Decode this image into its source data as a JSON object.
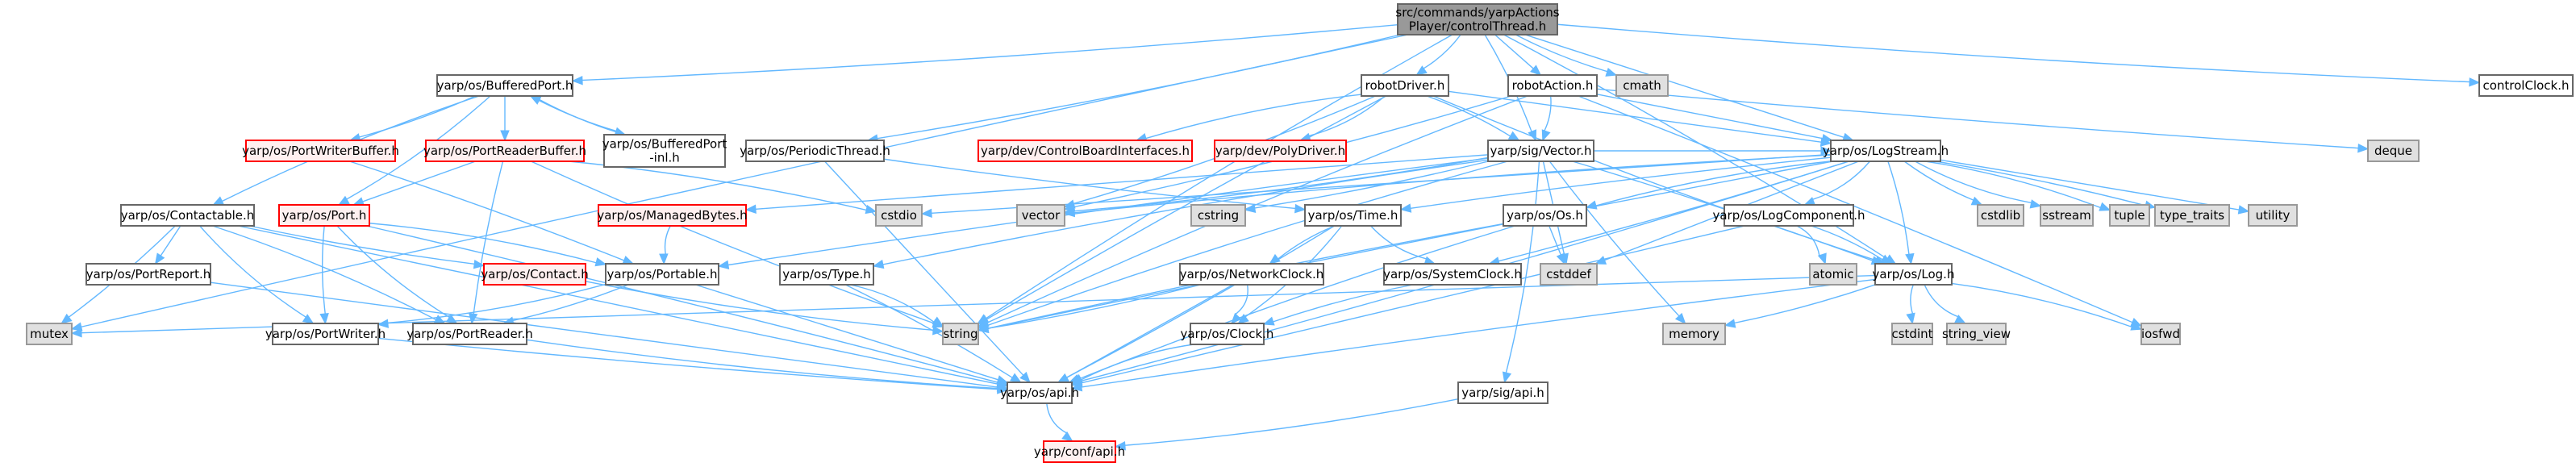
{
  "title": "src/commands/yarpActionsPlayer/controlThread.h include dependency graph",
  "colors": {
    "edge": "#63b8ff",
    "root_fill": "#999999",
    "normal_fill": "#ffffff",
    "system_fill": "#e0e0e0",
    "red_fill": "#fff0f0",
    "red_border": "#ff0000"
  },
  "nodes": [
    {
      "id": "root",
      "label": [
        "src/commands/yarpActions",
        "Player/controlThread.h"
      ],
      "kind": "root"
    },
    {
      "id": "bufferedport",
      "label": [
        "yarp/os/BufferedPort.h"
      ],
      "kind": "normal"
    },
    {
      "id": "robotdriver",
      "label": [
        "robotDriver.h"
      ],
      "kind": "normal"
    },
    {
      "id": "robotaction",
      "label": [
        "robotAction.h"
      ],
      "kind": "normal"
    },
    {
      "id": "cmath",
      "label": [
        "cmath"
      ],
      "kind": "system"
    },
    {
      "id": "controlclock",
      "label": [
        "controlClock.h"
      ],
      "kind": "normal"
    },
    {
      "id": "portwriterbuffer",
      "label": [
        "yarp/os/PortWriterBuffer.h"
      ],
      "kind": "red"
    },
    {
      "id": "portreaderbuffer",
      "label": [
        "yarp/os/PortReaderBuffer.h"
      ],
      "kind": "red"
    },
    {
      "id": "bufferedportinl",
      "label": [
        "yarp/os/BufferedPort",
        "-inl.h"
      ],
      "kind": "normal"
    },
    {
      "id": "periodicthread",
      "label": [
        "yarp/os/PeriodicThread.h"
      ],
      "kind": "normal"
    },
    {
      "id": "controlboardinterfaces",
      "label": [
        "yarp/dev/ControlBoardInterfaces.h"
      ],
      "kind": "red"
    },
    {
      "id": "polydriver",
      "label": [
        "yarp/dev/PolyDriver.h"
      ],
      "kind": "red"
    },
    {
      "id": "vector_h",
      "label": [
        "yarp/sig/Vector.h"
      ],
      "kind": "normal"
    },
    {
      "id": "logstream",
      "label": [
        "yarp/os/LogStream.h"
      ],
      "kind": "normal"
    },
    {
      "id": "deque",
      "label": [
        "deque"
      ],
      "kind": "system"
    },
    {
      "id": "contactable",
      "label": [
        "yarp/os/Contactable.h"
      ],
      "kind": "normal"
    },
    {
      "id": "port",
      "label": [
        "yarp/os/Port.h"
      ],
      "kind": "red"
    },
    {
      "id": "managedbytes",
      "label": [
        "yarp/os/ManagedBytes.h"
      ],
      "kind": "red"
    },
    {
      "id": "cstdio",
      "label": [
        "cstdio"
      ],
      "kind": "system"
    },
    {
      "id": "vector",
      "label": [
        "vector"
      ],
      "kind": "system"
    },
    {
      "id": "cstring",
      "label": [
        "cstring"
      ],
      "kind": "system"
    },
    {
      "id": "time",
      "label": [
        "yarp/os/Time.h"
      ],
      "kind": "normal"
    },
    {
      "id": "os",
      "label": [
        "yarp/os/Os.h"
      ],
      "kind": "normal"
    },
    {
      "id": "logcomponent",
      "label": [
        "yarp/os/LogComponent.h"
      ],
      "kind": "normal"
    },
    {
      "id": "cstdlib",
      "label": [
        "cstdlib"
      ],
      "kind": "system"
    },
    {
      "id": "sstream",
      "label": [
        "sstream"
      ],
      "kind": "system"
    },
    {
      "id": "tuple",
      "label": [
        "tuple"
      ],
      "kind": "system"
    },
    {
      "id": "type_traits",
      "label": [
        "type_traits"
      ],
      "kind": "system"
    },
    {
      "id": "utility",
      "label": [
        "utility"
      ],
      "kind": "system"
    },
    {
      "id": "portreport",
      "label": [
        "yarp/os/PortReport.h"
      ],
      "kind": "normal"
    },
    {
      "id": "contact",
      "label": [
        "yarp/os/Contact.h"
      ],
      "kind": "red"
    },
    {
      "id": "portable",
      "label": [
        "yarp/os/Portable.h"
      ],
      "kind": "normal"
    },
    {
      "id": "type",
      "label": [
        "yarp/os/Type.h"
      ],
      "kind": "normal"
    },
    {
      "id": "networkclock",
      "label": [
        "yarp/os/NetworkClock.h"
      ],
      "kind": "normal"
    },
    {
      "id": "systemclock",
      "label": [
        "yarp/os/SystemClock.h"
      ],
      "kind": "normal"
    },
    {
      "id": "cstddef",
      "label": [
        "cstddef"
      ],
      "kind": "system"
    },
    {
      "id": "atomic",
      "label": [
        "atomic"
      ],
      "kind": "system"
    },
    {
      "id": "log",
      "label": [
        "yarp/os/Log.h"
      ],
      "kind": "normal"
    },
    {
      "id": "mutex",
      "label": [
        "mutex"
      ],
      "kind": "system"
    },
    {
      "id": "portwriter",
      "label": [
        "yarp/os/PortWriter.h"
      ],
      "kind": "normal"
    },
    {
      "id": "portreader",
      "label": [
        "yarp/os/PortReader.h"
      ],
      "kind": "normal"
    },
    {
      "id": "string",
      "label": [
        "string"
      ],
      "kind": "system"
    },
    {
      "id": "clock",
      "label": [
        "yarp/os/Clock.h"
      ],
      "kind": "normal"
    },
    {
      "id": "memory",
      "label": [
        "memory"
      ],
      "kind": "system"
    },
    {
      "id": "cstdint",
      "label": [
        "cstdint"
      ],
      "kind": "system"
    },
    {
      "id": "string_view",
      "label": [
        "string_view"
      ],
      "kind": "system"
    },
    {
      "id": "iosfwd",
      "label": [
        "iosfwd"
      ],
      "kind": "system"
    },
    {
      "id": "os_api",
      "label": [
        "yarp/os/api.h"
      ],
      "kind": "normal"
    },
    {
      "id": "sig_api",
      "label": [
        "yarp/sig/api.h"
      ],
      "kind": "normal"
    },
    {
      "id": "conf_api",
      "label": [
        "yarp/conf/api.h"
      ],
      "kind": "red"
    }
  ],
  "edges": [
    [
      "root",
      "bufferedport"
    ],
    [
      "root",
      "robotdriver"
    ],
    [
      "root",
      "robotaction"
    ],
    [
      "root",
      "cmath"
    ],
    [
      "root",
      "controlclock"
    ],
    [
      "root",
      "periodicthread"
    ],
    [
      "root",
      "vector_h"
    ],
    [
      "root",
      "logstream"
    ],
    [
      "root",
      "mutex"
    ],
    [
      "root",
      "string"
    ],
    [
      "root",
      "log"
    ],
    [
      "bufferedport",
      "portwriterbuffer"
    ],
    [
      "bufferedport",
      "portreaderbuffer"
    ],
    [
      "bufferedport",
      "bufferedportinl"
    ],
    [
      "bufferedport",
      "contactable"
    ],
    [
      "bufferedport",
      "port"
    ],
    [
      "bufferedportinl",
      "bufferedport"
    ],
    [
      "portreaderbuffer",
      "port"
    ],
    [
      "portreaderbuffer",
      "portreader"
    ],
    [
      "portreaderbuffer",
      "string"
    ],
    [
      "portreaderbuffer",
      "cstdio"
    ],
    [
      "portwriterbuffer",
      "portable"
    ],
    [
      "periodicthread",
      "os_api"
    ],
    [
      "periodicthread",
      "time"
    ],
    [
      "robotdriver",
      "controlboardinterfaces"
    ],
    [
      "robotdriver",
      "polydriver"
    ],
    [
      "robotdriver",
      "vector_h"
    ],
    [
      "robotdriver",
      "logstream"
    ],
    [
      "robotdriver",
      "string"
    ],
    [
      "robotdriver",
      "log"
    ],
    [
      "robotdriver",
      "vector"
    ],
    [
      "robotaction",
      "vector_h"
    ],
    [
      "robotaction",
      "logstream"
    ],
    [
      "robotaction",
      "deque"
    ],
    [
      "robotaction",
      "string"
    ],
    [
      "robotaction",
      "vector"
    ],
    [
      "robotaction",
      "iosfwd"
    ],
    [
      "contactable",
      "portreport"
    ],
    [
      "contactable",
      "contact"
    ],
    [
      "contactable",
      "portwriter"
    ],
    [
      "contactable",
      "portreader"
    ],
    [
      "contactable",
      "mutex"
    ],
    [
      "contactable",
      "os_api"
    ],
    [
      "port",
      "portwriter"
    ],
    [
      "port",
      "portreader"
    ],
    [
      "port",
      "portable"
    ],
    [
      "port",
      "os_api"
    ],
    [
      "portreport",
      "os_api"
    ],
    [
      "managedbytes",
      "portable"
    ],
    [
      "contact",
      "string"
    ],
    [
      "portable",
      "portwriter"
    ],
    [
      "portable",
      "portreader"
    ],
    [
      "portable",
      "os_api"
    ],
    [
      "portwriter",
      "os_api"
    ],
    [
      "portreader",
      "os_api"
    ],
    [
      "type",
      "string"
    ],
    [
      "type",
      "os_api"
    ],
    [
      "vector_h",
      "managedbytes"
    ],
    [
      "vector_h",
      "portable"
    ],
    [
      "vector_h",
      "type"
    ],
    [
      "vector_h",
      "vector"
    ],
    [
      "vector_h",
      "cstring"
    ],
    [
      "vector_h",
      "cstddef"
    ],
    [
      "vector_h",
      "memory"
    ],
    [
      "vector_h",
      "string"
    ],
    [
      "vector_h",
      "sig_api"
    ],
    [
      "vector_h",
      "log"
    ],
    [
      "vector_h",
      "logstream"
    ],
    [
      "logstream",
      "time"
    ],
    [
      "logstream",
      "os"
    ],
    [
      "logstream",
      "logcomponent"
    ],
    [
      "logstream",
      "log"
    ],
    [
      "logstream",
      "cstdio"
    ],
    [
      "logstream",
      "cstdlib"
    ],
    [
      "logstream",
      "sstream"
    ],
    [
      "logstream",
      "tuple"
    ],
    [
      "logstream",
      "type_traits"
    ],
    [
      "logstream",
      "utility"
    ],
    [
      "logstream",
      "string"
    ],
    [
      "logstream",
      "vector"
    ],
    [
      "logstream",
      "os_api"
    ],
    [
      "logstream",
      "systemclock"
    ],
    [
      "logstream",
      "cstddef"
    ],
    [
      "time",
      "networkclock"
    ],
    [
      "time",
      "systemclock"
    ],
    [
      "time",
      "clock"
    ],
    [
      "time",
      "os_api"
    ],
    [
      "os",
      "cstddef"
    ],
    [
      "os",
      "string"
    ],
    [
      "os",
      "os_api"
    ],
    [
      "networkclock",
      "clock"
    ],
    [
      "networkclock",
      "string"
    ],
    [
      "networkclock",
      "os_api"
    ],
    [
      "systemclock",
      "clock"
    ],
    [
      "clock",
      "os_api"
    ],
    [
      "logcomponent",
      "atomic"
    ],
    [
      "logcomponent",
      "log"
    ],
    [
      "logcomponent",
      "os_api"
    ],
    [
      "log",
      "cstdint"
    ],
    [
      "log",
      "string_view"
    ],
    [
      "log",
      "iosfwd"
    ],
    [
      "log",
      "memory"
    ],
    [
      "log",
      "mutex"
    ],
    [
      "log",
      "os_api"
    ],
    [
      "os_api",
      "conf_api"
    ],
    [
      "sig_api",
      "conf_api"
    ]
  ]
}
